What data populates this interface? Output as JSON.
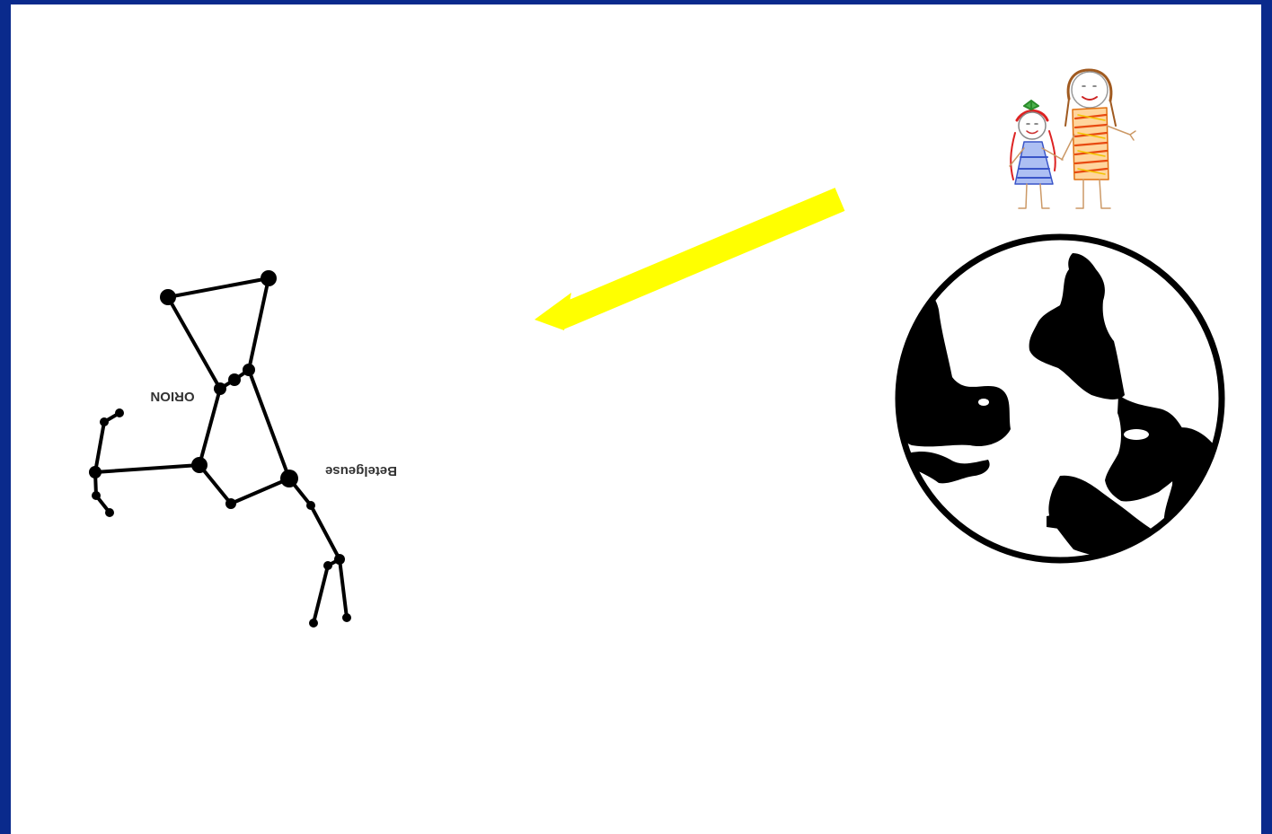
{
  "colors": {
    "frame": "#0a2a8c",
    "canvas": "#ffffff",
    "arrow": "#ffff00",
    "ink": "#000000"
  },
  "constellation": {
    "orientation": "upside-down",
    "name_label": "ORION",
    "star_label": "Betelgeuse"
  },
  "arrow": {
    "direction": "down-left",
    "from": "people-drawing",
    "to": "constellation"
  },
  "icons": {
    "people": "two-people-drawing-icon",
    "globe": "globe-icon"
  }
}
